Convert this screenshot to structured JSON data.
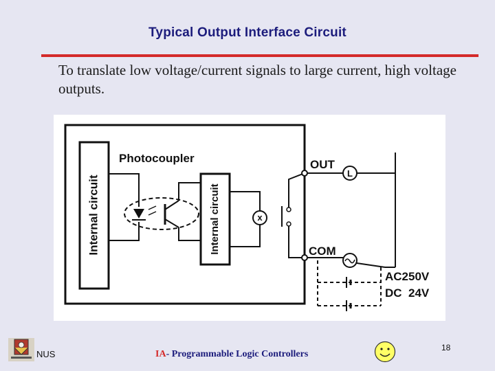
{
  "slide": {
    "title": "Typical Output Interface Circuit",
    "body": "To translate low voltage/current signals to large current, high voltage outputs."
  },
  "diagram": {
    "label_internal_left": "Internal circuit",
    "label_photocoupler": "Photocoupler",
    "label_internal_right": "Internal circuit",
    "label_out": "OUT",
    "label_com": "COM",
    "label_load": "L",
    "label_x": "x",
    "label_ac": "AC250V",
    "label_dc": "DC  24V"
  },
  "footer": {
    "nus": "NUS",
    "course_prefix": "IA",
    "course_rest": "- Programmable Logic Controllers",
    "page": "18"
  }
}
